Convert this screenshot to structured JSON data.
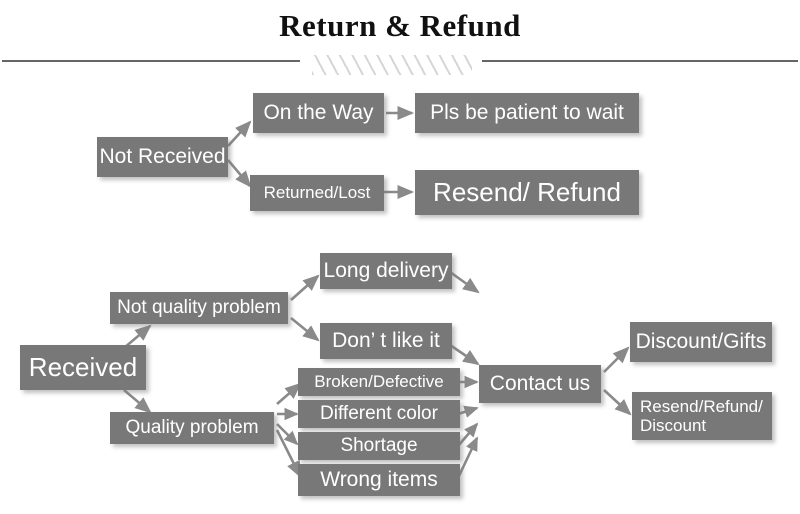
{
  "header": {
    "title": "Return & Refund",
    "divider_icon": "diagonal-hatch-divider"
  },
  "colors": {
    "node_fill": "#787878",
    "node_text": "#ffffff",
    "connector": "#808080",
    "rule": "#666666",
    "hatch": "#d6d6d6",
    "background": "#ffffff"
  },
  "flow": {
    "branch_not_received": {
      "root": "Not Received",
      "steps": [
        {
          "cause": "On the Way",
          "resolution": "Pls be patient to wait"
        },
        {
          "cause": "Returned/Lost",
          "resolution": "Resend/ Refund"
        }
      ]
    },
    "branch_received": {
      "root": "Received",
      "not_quality": {
        "label": "Not quality problem",
        "reasons": [
          "Long delivery",
          "Don’ t like it"
        ]
      },
      "quality": {
        "label": "Quality problem",
        "reasons": [
          "Broken/Defective",
          "Different color",
          "Shortage",
          "Wrong items"
        ]
      },
      "contact": "Contact us",
      "outcomes": [
        "Discount/Gifts",
        "Resend/Refund/\nDiscount"
      ]
    }
  }
}
